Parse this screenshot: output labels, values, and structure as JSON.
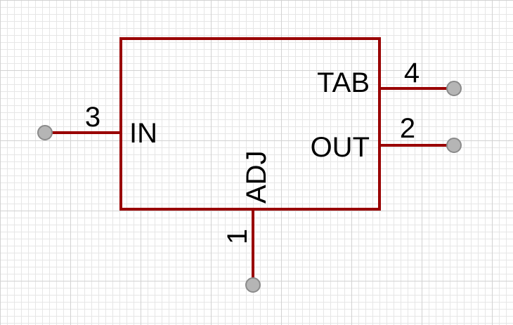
{
  "component": {
    "pins": [
      {
        "id": "in",
        "number": "3",
        "label": "IN",
        "side": "left"
      },
      {
        "id": "tab",
        "number": "4",
        "label": "TAB",
        "side": "right"
      },
      {
        "id": "out",
        "number": "2",
        "label": "OUT",
        "side": "right"
      },
      {
        "id": "adj",
        "number": "1",
        "label": "ADJ",
        "side": "bottom"
      }
    ]
  },
  "colors": {
    "outline": "#990000",
    "pin_end": "#b5b5b5",
    "grid_minor": "#e6e6e6",
    "grid_major": "#d2d2d2"
  }
}
